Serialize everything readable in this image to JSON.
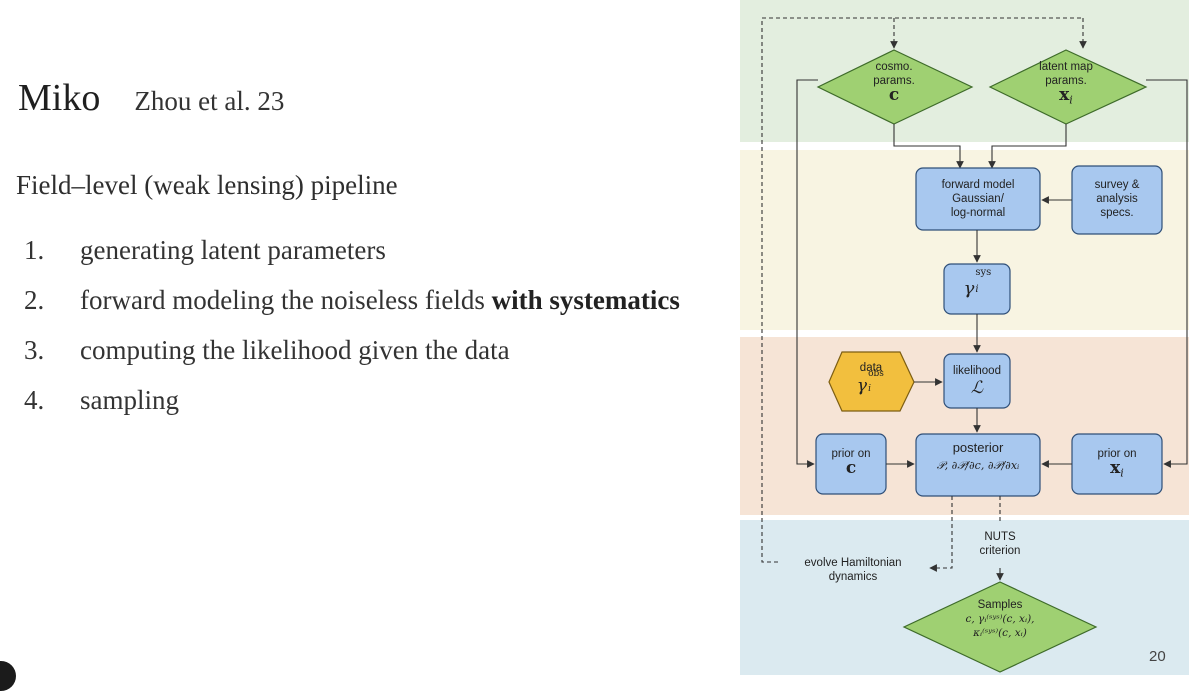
{
  "slide": {
    "title": "Miko",
    "reference": "Zhou et al. 23",
    "subtitle": "Field–level (weak lensing) pipeline",
    "steps": [
      {
        "num": "1.",
        "text": "generating latent parameters",
        "bold": ""
      },
      {
        "num": "2.",
        "text": "forward modeling the noiseless fields ",
        "bold": "with systematics"
      },
      {
        "num": "3.",
        "text": "computing the likelihood given the data",
        "bold": ""
      },
      {
        "num": "4.",
        "text": "sampling",
        "bold": ""
      }
    ],
    "page_number": "20"
  },
  "diagram": {
    "colors": {
      "band_green": "#e3eedf",
      "band_yellow": "#f8f4e2",
      "band_orange": "#f6e4d6",
      "band_blue": "#dbeaf0",
      "diamond_fill": "#9fd072",
      "diamond_stroke": "#3e6b2a",
      "box_fill": "#a8c8ef",
      "box_stroke": "#2f4f78",
      "hex_fill": "#f2bf3e",
      "hex_stroke": "#7d5e12",
      "arrow": "#333333"
    },
    "nodes": {
      "cosmo": {
        "line1": "cosmo.",
        "line2": "params.",
        "symbol": "c"
      },
      "latent": {
        "line1": "latent map",
        "line2": "params.",
        "symbol": "x",
        "sub": "i"
      },
      "forward": {
        "line1": "forward model",
        "line2": "Gaussian/",
        "line3": "log-normal"
      },
      "survey": {
        "line1": "survey &",
        "line2": "analysis",
        "line3": "specs."
      },
      "gamma_sys": {
        "symbol": "γ",
        "sub": "i",
        "sup": "sys"
      },
      "data": {
        "label": "data",
        "symbol": "γ",
        "sub": "i",
        "sup": "obs"
      },
      "likelihood": {
        "label": "likelihood",
        "symbol": "ℒ"
      },
      "prior_c": {
        "label": "prior on",
        "symbol": "c"
      },
      "posterior": {
        "label": "posterior",
        "math": "𝒫, ∂𝒫/∂c, ∂𝒫/∂xᵢ"
      },
      "prior_x": {
        "label": "prior on",
        "symbol": "x",
        "sub": "i"
      },
      "evolve": {
        "line1": "evolve Hamiltonian",
        "line2": "dynamics"
      },
      "nuts": {
        "line1": "NUTS",
        "line2": "criterion"
      },
      "samples": {
        "label": "Samples",
        "line1": "c, γᵢ⁽ˢʸˢ⁾(c, xᵢ),",
        "line2": "κᵢ⁽ˢʸˢ⁾(c, xᵢ)"
      }
    }
  }
}
